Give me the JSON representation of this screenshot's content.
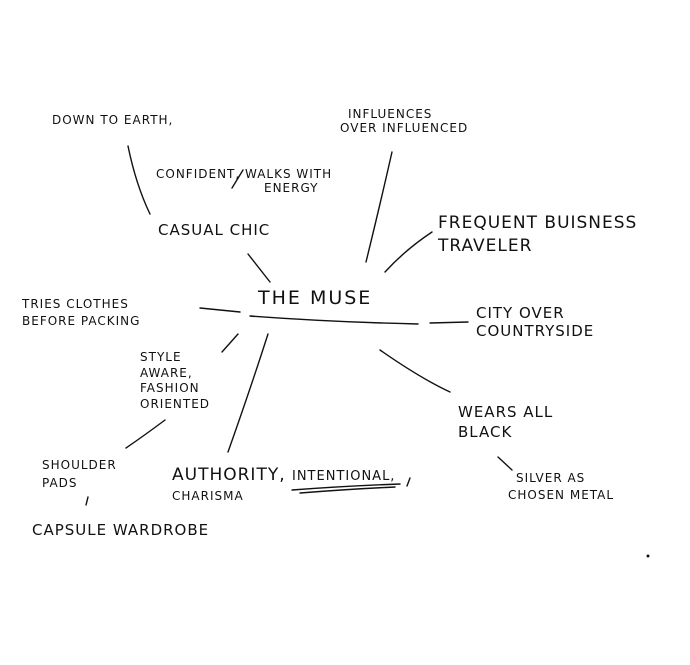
{
  "center": {
    "label": "THE MUSE"
  },
  "nodes": {
    "down_to_earth": "DOWN TO EARTH,",
    "confident_line1": "CONFIDENT, WALKS WITH",
    "confident_line2": "ENERGY",
    "casual_chic": "CASUAL CHIC",
    "influences_line1": "INFLUENCES",
    "influences_line2": "OVER INFLUENCED",
    "frequent_line1": "FREQUENT BUISNESS",
    "frequent_line2": "TRAVELER",
    "tries_line1": "TRIES CLOTHES",
    "tries_line2": "BEFORE PACKING",
    "city_line1": "CITY OVER",
    "city_line2": "COUNTRYSIDE",
    "style_line1": "STYLE",
    "style_line2": "AWARE,",
    "style_line3": "FASHION",
    "style_line4": "ORIENTED",
    "wears_line1": "WEARS ALL",
    "wears_line2": "BLACK",
    "shoulder_line1": "SHOULDER",
    "shoulder_line2": "PADS",
    "authority": "AUTHORITY,",
    "charisma": "CHARISMA",
    "intentional": "INTENTIONAL,",
    "silver_line1": "SILVER AS",
    "silver_line2": "CHOSEN METAL",
    "capsule": "CAPSULE WARDROBE"
  },
  "colors": {
    "ink": "#111111",
    "paper": "#ffffff"
  }
}
